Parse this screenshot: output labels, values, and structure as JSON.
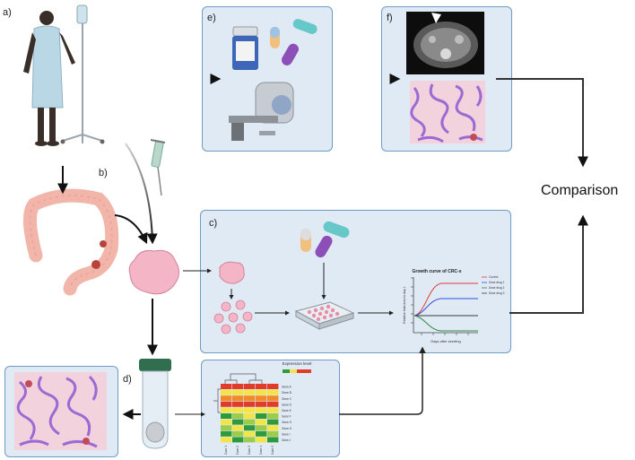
{
  "labels": {
    "a": "a)",
    "b": "b)",
    "c": "c)",
    "d": "d)",
    "e": "e)",
    "f": "f)"
  },
  "comparison": "Comparison",
  "growth_chart": {
    "title": "Growth curve of CRC-s",
    "xlabel": "Days after seeding",
    "ylabel": "Relative total area to day 1",
    "legend": [
      "Control",
      "Dose drug 1",
      "Dose drug 2",
      "Dose drug 3"
    ],
    "colors": [
      "#e03b3b",
      "#3b4fd8",
      "#2e8b3e",
      "#3a3a3a"
    ]
  },
  "heatmap": {
    "legend_title": "Expression level",
    "rows": [
      "Gene A",
      "Gene B",
      "Gene C",
      "Gene D",
      "Gene E",
      "Gene F",
      "Gene G",
      "Gene H",
      "Gene I",
      "Gene J"
    ],
    "cols": [
      "Case 1",
      "Case 2",
      "Case 3",
      "Case 4",
      "Case 5"
    ]
  }
}
